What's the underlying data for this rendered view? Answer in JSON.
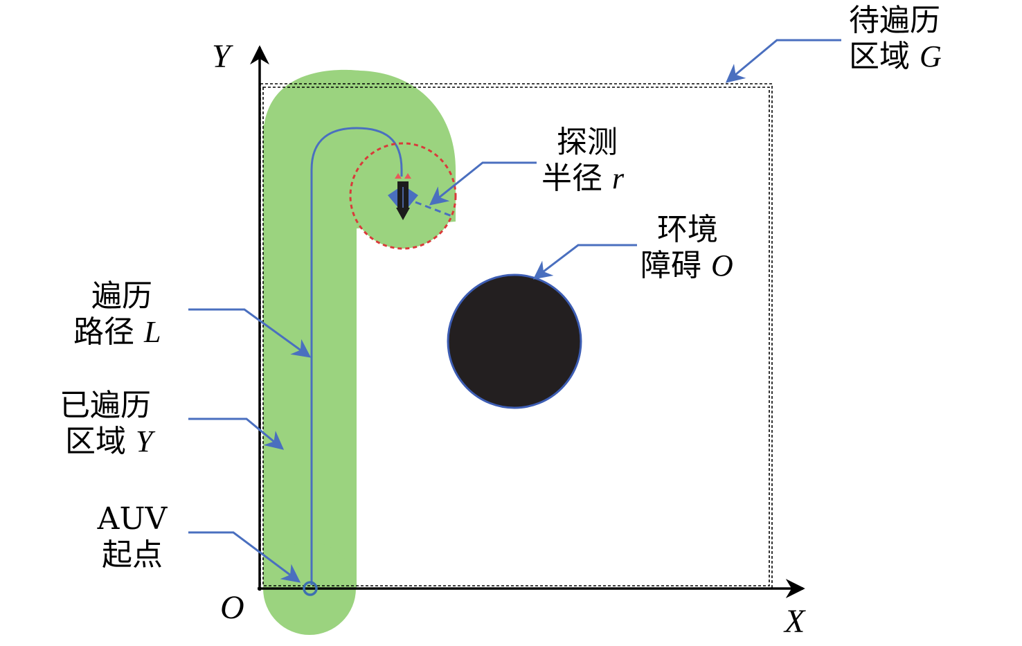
{
  "axes": {
    "x_label": "X",
    "y_label": "Y",
    "origin_label": "O"
  },
  "labels": {
    "region_g": {
      "line1": "待遍历",
      "line2": "区域",
      "symbol": "G"
    },
    "detect_radius": {
      "line1": "探测",
      "line2": "半径",
      "symbol": "r"
    },
    "obstacle": {
      "line1": "环境",
      "line2": "障碍",
      "symbol": "O"
    },
    "path": {
      "line1": "遍历",
      "line2": "路径",
      "symbol": "L"
    },
    "covered": {
      "line1": "已遍历",
      "line2": "区域",
      "symbol": "Y"
    },
    "start": {
      "line1": "AUV",
      "line2": "起点"
    }
  },
  "colors": {
    "covered_fill": "#9bd37f",
    "path_line": "#4a6fbf",
    "detect_circle": "#d93a3a",
    "obstacle_fill": "#231f20",
    "obstacle_edge": "#3d5db3",
    "axis": "#000000"
  }
}
